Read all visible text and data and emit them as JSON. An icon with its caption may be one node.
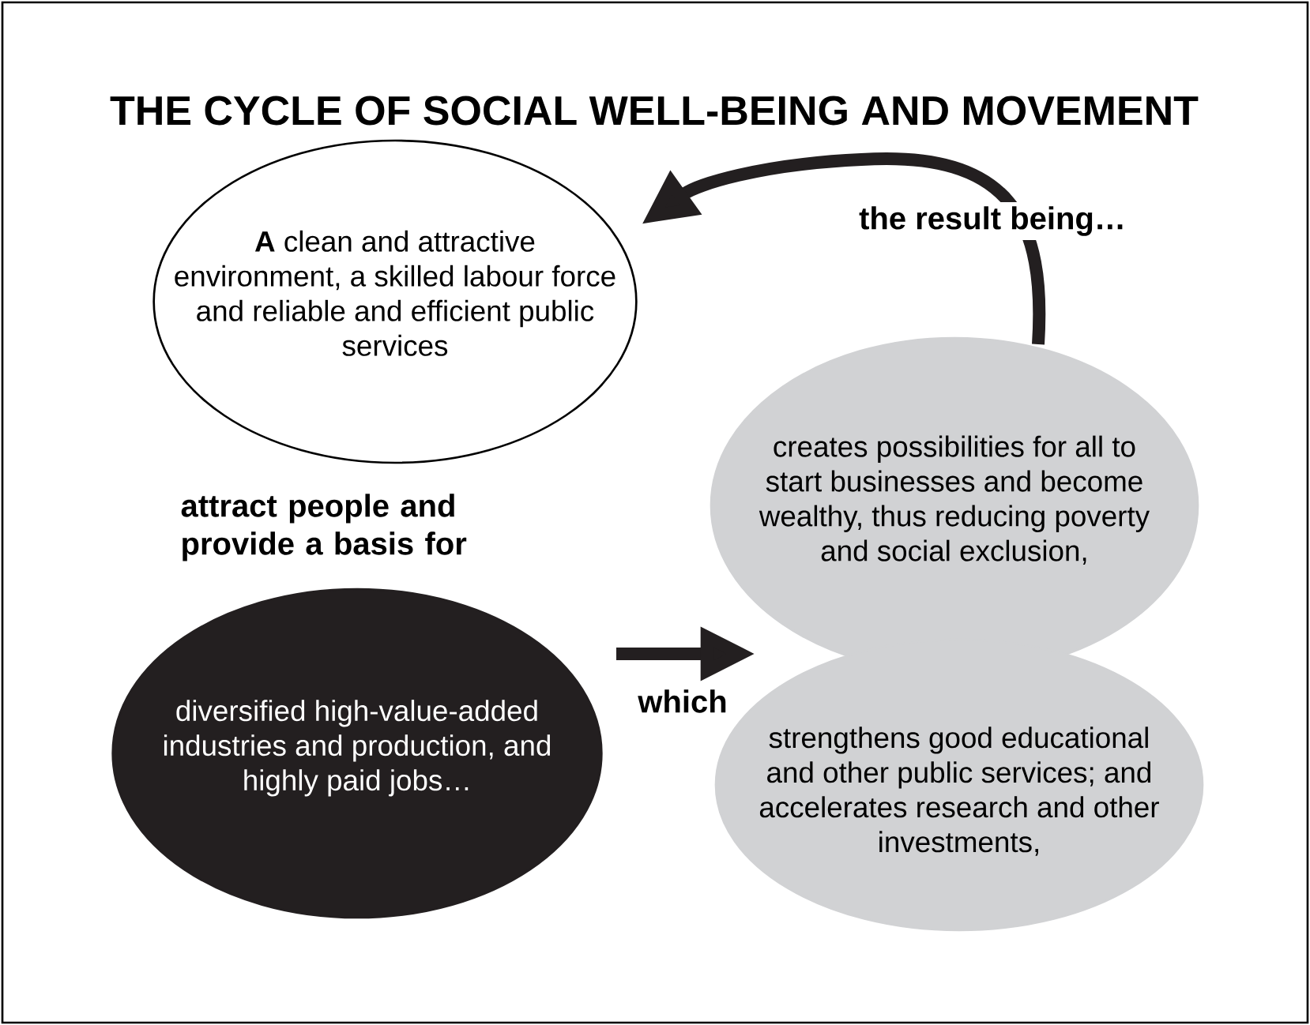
{
  "diagram": {
    "title": "THE CYCLE OF SOCIAL WELL-BEING AND MOVEMENT",
    "nodes": [
      {
        "text": [
          "**A** clean and attractive environment, a skilled labour force and reliable and efficient public services"
        ]
      },
      {
        "text": [
          "diversified high-value-added industries and production, and highly paid jobs…"
        ]
      },
      {
        "text": [
          "creates possibilities for all to start businesses and become wealthy, thus reducing poverty and social exclusion,"
        ]
      },
      {
        "text": [
          "strengthens good educational and other public services; and accelerates research and other investments,"
        ]
      }
    ],
    "edges": [
      {
        "from": 1,
        "to": 2,
        "arrow": "to",
        "label": "which"
      },
      {
        "from": 2,
        "to": 0,
        "arrow": "to",
        "label": "the result being…"
      }
    ],
    "labels": [
      "attract people and provide a basis for"
    ]
  }
}
